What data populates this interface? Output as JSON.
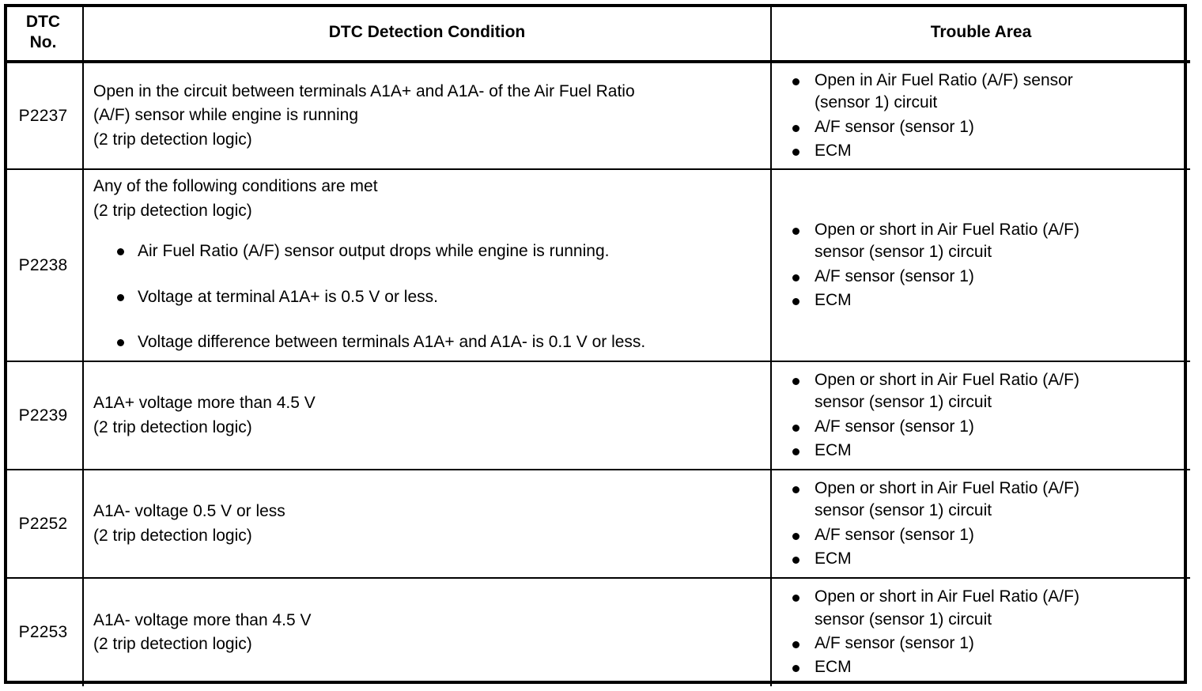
{
  "table": {
    "headers": {
      "dtc_no_line1": "DTC",
      "dtc_no_line2": "No.",
      "detection_condition": "DTC Detection Condition",
      "trouble_area": "Trouble Area"
    },
    "rows": [
      {
        "dtc": "P2237",
        "condition_lines": [
          "Open in the circuit between terminals A1A+ and A1A- of the Air Fuel Ratio",
          "(A/F) sensor while engine is running",
          "(2 trip detection logic)"
        ],
        "condition_bullets": [],
        "trouble_area": [
          {
            "line1": "Open in Air Fuel Ratio (A/F) sensor",
            "line2": "(sensor 1) circuit"
          },
          {
            "line1": "A/F sensor (sensor 1)",
            "line2": ""
          },
          {
            "line1": "ECM",
            "line2": ""
          }
        ]
      },
      {
        "dtc": "P2238",
        "condition_lines": [
          "Any of the following conditions are met",
          "(2 trip detection logic)"
        ],
        "condition_bullets": [
          "Air Fuel Ratio (A/F) sensor output drops while engine is running.",
          "Voltage at terminal A1A+ is 0.5 V or less.",
          "Voltage difference between terminals A1A+ and A1A- is 0.1 V or less."
        ],
        "trouble_area": [
          {
            "line1": "Open or short in Air Fuel Ratio (A/F)",
            "line2": "sensor (sensor 1) circuit"
          },
          {
            "line1": "A/F sensor (sensor 1)",
            "line2": ""
          },
          {
            "line1": "ECM",
            "line2": ""
          }
        ]
      },
      {
        "dtc": "P2239",
        "condition_lines": [
          "A1A+ voltage more than 4.5 V",
          "(2 trip detection logic)"
        ],
        "condition_bullets": [],
        "trouble_area": [
          {
            "line1": "Open or short in Air Fuel Ratio (A/F)",
            "line2": "sensor (sensor 1) circuit"
          },
          {
            "line1": "A/F sensor (sensor 1)",
            "line2": ""
          },
          {
            "line1": "ECM",
            "line2": ""
          }
        ]
      },
      {
        "dtc": "P2252",
        "condition_lines": [
          "A1A- voltage 0.5 V or less",
          "(2 trip detection logic)"
        ],
        "condition_bullets": [],
        "trouble_area": [
          {
            "line1": "Open or short in Air Fuel Ratio (A/F)",
            "line2": "sensor (sensor 1) circuit"
          },
          {
            "line1": "A/F sensor (sensor 1)",
            "line2": ""
          },
          {
            "line1": "ECM",
            "line2": ""
          }
        ]
      },
      {
        "dtc": "P2253",
        "condition_lines": [
          "A1A- voltage more than 4.5 V",
          "(2 trip detection logic)"
        ],
        "condition_bullets": [],
        "trouble_area": [
          {
            "line1": "Open or short in Air Fuel Ratio (A/F)",
            "line2": "sensor (sensor 1) circuit"
          },
          {
            "line1": "A/F sensor (sensor 1)",
            "line2": ""
          },
          {
            "line1": "ECM",
            "line2": ""
          }
        ]
      }
    ]
  },
  "colors": {
    "border": "#000000",
    "text": "#000000",
    "background": "#ffffff"
  }
}
